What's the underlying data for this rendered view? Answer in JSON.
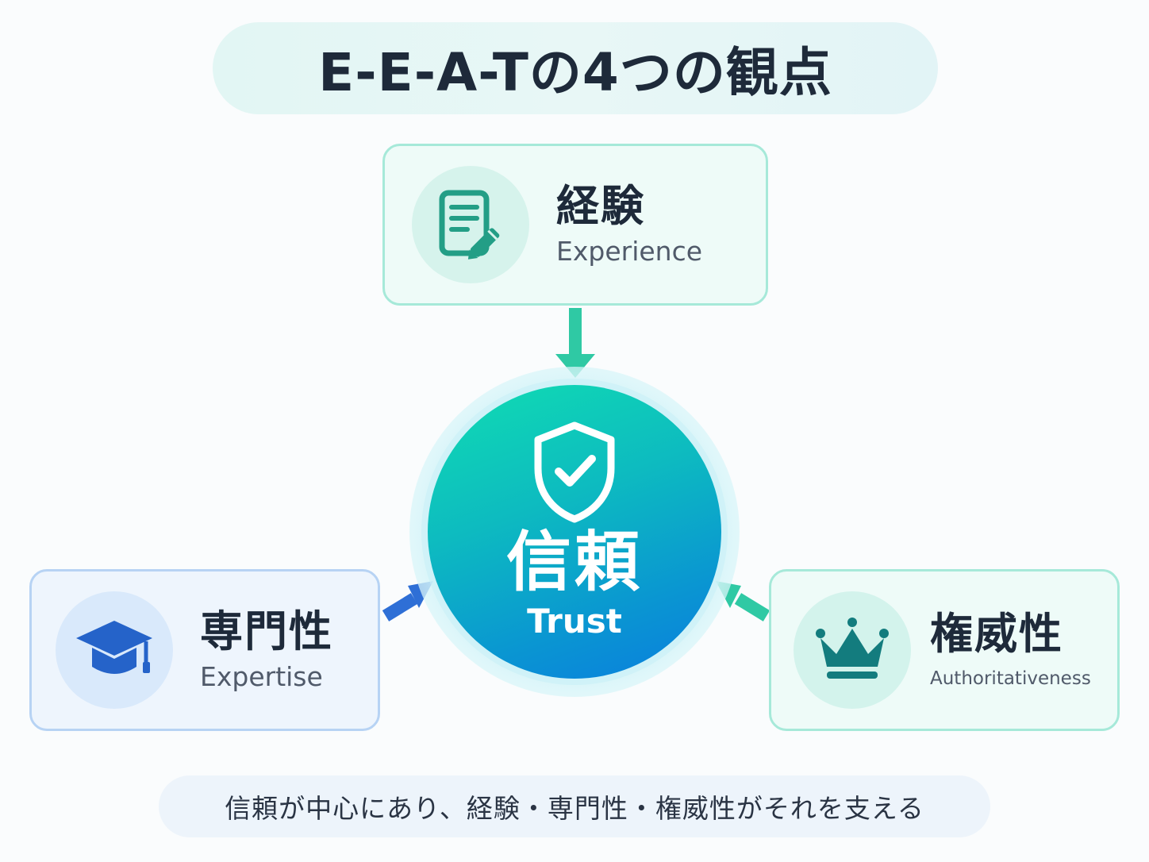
{
  "title": "E-E-A-Tの4つの観点",
  "center": {
    "label_jp": "信頼",
    "label_en": "Trust",
    "icon": "shield-check-icon"
  },
  "cards": {
    "experience": {
      "label_jp": "経験",
      "label_en": "Experience",
      "icon": "document-edit-icon"
    },
    "expertise": {
      "label_jp": "専門性",
      "label_en": "Expertise",
      "icon": "graduation-cap-icon"
    },
    "authoritativeness": {
      "label_jp": "権威性",
      "label_en": "Authoritativeness",
      "icon": "crown-icon"
    }
  },
  "footer": "信頼が中心にあり、経験・専門性・権威性がそれを支える",
  "colors": {
    "teal_accent": "#2fc9a4",
    "blue_accent": "#2e6fd6",
    "center_gradient_start": "#10ddb2",
    "center_gradient_end": "#0a7ddf",
    "title_text": "#1e2a3a"
  }
}
